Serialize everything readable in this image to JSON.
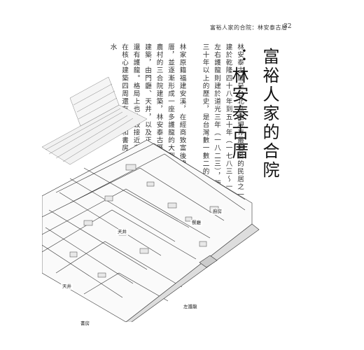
{
  "header": {
    "running_title": "富裕人家的合院：林安泰古厝",
    "page_number": "32"
  },
  "title": {
    "line1": "富裕人家的合院",
    "line2": "：林安泰古厝"
  },
  "body": {
    "paragraph1": "林安泰古厝是台北盆地現存最著名的民居之一，正身建於乾隆四十八年到五十年（一七八三～一七八五），左右護龍則建於道光三年（一八二三），距今已有兩百三十年以上的歷史，是台灣數一數二的古宅。",
    "paragraph2": "林家原籍福建安溪，在經商致富後建造了林安泰古厝，並逐漸形成一座多護龍的大型宅第。不同於一般農村的三合院建築，林安泰古厝的核心是一座四合院建築，由門廳、天井，以及正廳組成，天井左右兩側還有護龍。格局上也比較接近寺廟建築。除此之外，在核心建築四周還有護龍和書房等建築，前方有大型水"
  },
  "illustration": {
    "labels": {
      "kitchen": "廚房",
      "dining_room": "餐廳",
      "courtyard_upper": "天井",
      "courtyard_lower": "天井",
      "left_wing": "左護龍",
      "study": "書房"
    }
  }
}
